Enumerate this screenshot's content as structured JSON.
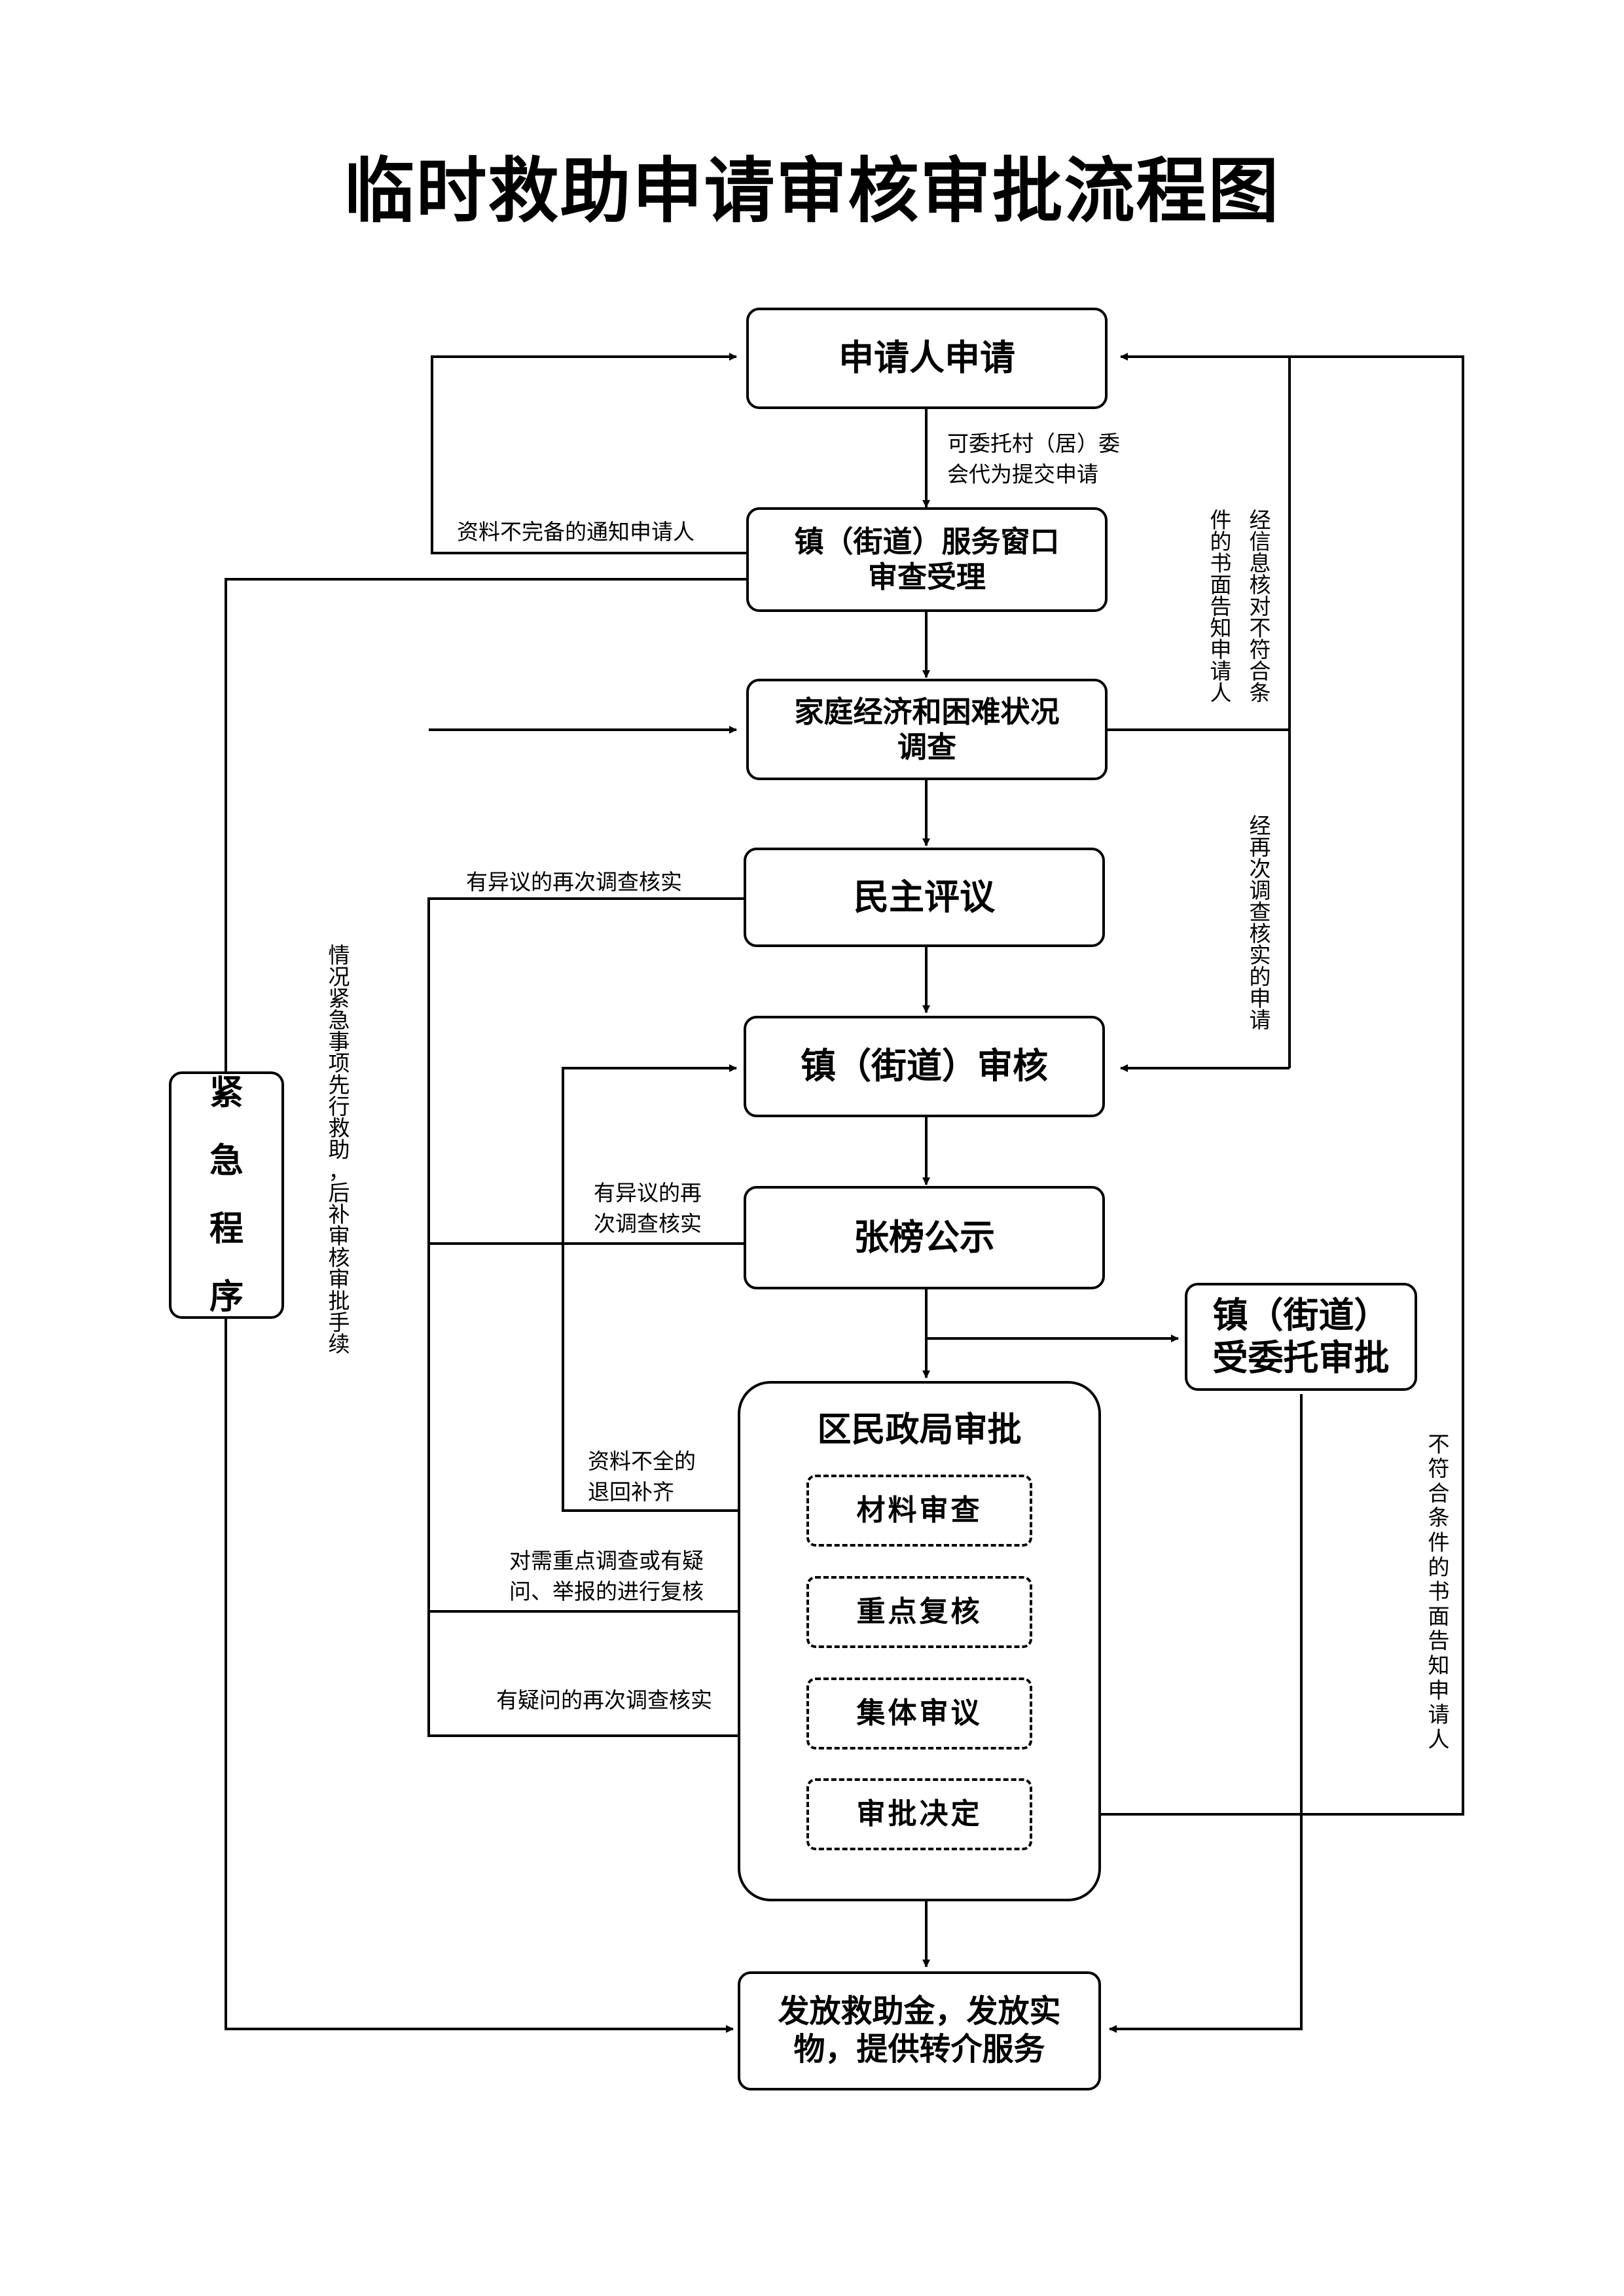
{
  "title": "临时救助申请审核审批流程图",
  "nodes": {
    "apply": "申请人申请",
    "window_line1": "镇（街道）服务窗口",
    "window_line2": "审查受理",
    "survey_line1": "家庭经济和困难状况",
    "survey_line2": "调查",
    "democratic": "民主评议",
    "town_review": "镇（街道）审核",
    "publicity": "张榜公示",
    "entrusted_line1": "镇（街道）",
    "entrusted_line2": "受委托审批",
    "bureau": "区民政局审批",
    "material_check": "材料审查",
    "key_review": "重点复核",
    "collective": "集体审议",
    "decision": "审批决定",
    "issue_line1": "发放救助金，发放实",
    "issue_line2": "物，提供转介服务",
    "emergency": "紧\n急\n程\n序"
  },
  "labels": {
    "entrust_line1": "可委托村（居）委",
    "entrust_line2": "会代为提交申请",
    "incomplete_notice": "资料不完备的通知申请人",
    "dispute_resurvey": "有异议的再次调查核实",
    "dispute2_line1": "有异议的再",
    "dispute2_line2": "次调查核实",
    "return_line1": "资料不全的",
    "return_line2": "退回补齐",
    "key_line1": "对需重点调查或有疑",
    "key_line2": "问、举报的进行复核",
    "doubt_resurvey": "有疑问的再次调查核实",
    "emergency_note": "情\n况\n紧\n急\n事\n项\n先\n行\n救\n助\n，\n后\n补\n审\n核\n审\n批\n手\n续",
    "info_check_col1": "经\n信\n息\n核\n对\n不\n符\n合\n条",
    "info_check_col2": "件\n的\n书\n面\n告\n知\n申\n请\n人",
    "resurvey_request": "经\n再\n次\n调\n查\n核\n实\n的\n申\n请",
    "not_eligible": "不\n符\n合\n条\n件\n的\n书\n面\n告\n知\n申\n请\n人"
  }
}
